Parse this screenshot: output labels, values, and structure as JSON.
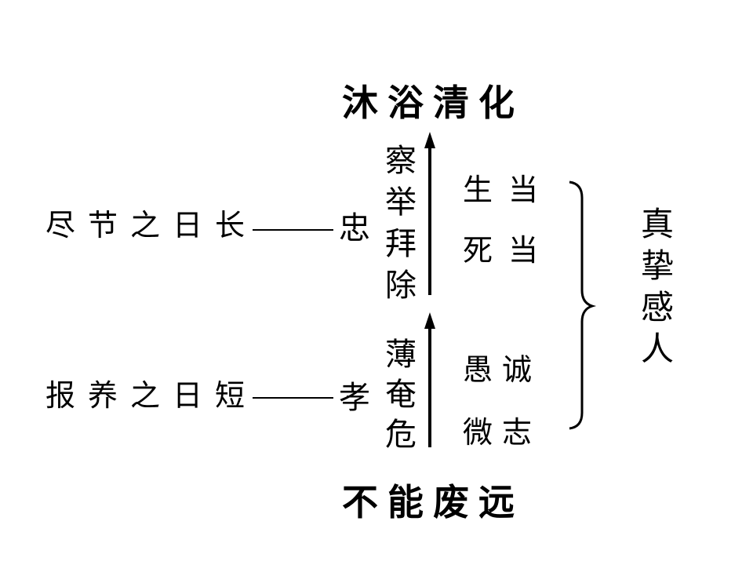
{
  "top_label": "沐浴清化",
  "bottom_label": "不能废远",
  "rows": [
    {
      "phrase": "尽节之日长",
      "virtue": "忠"
    },
    {
      "phrase": "报养之日短",
      "virtue": "孝"
    }
  ],
  "columns": {
    "upper": "察举拜除",
    "lower": "薄奄危"
  },
  "right_items": [
    "生当",
    "死当",
    "愚诚",
    "微志"
  ],
  "conclusion": "真挚感人",
  "colors": {
    "background": "#ffffff",
    "text": "#000000",
    "lines": "#000000"
  }
}
